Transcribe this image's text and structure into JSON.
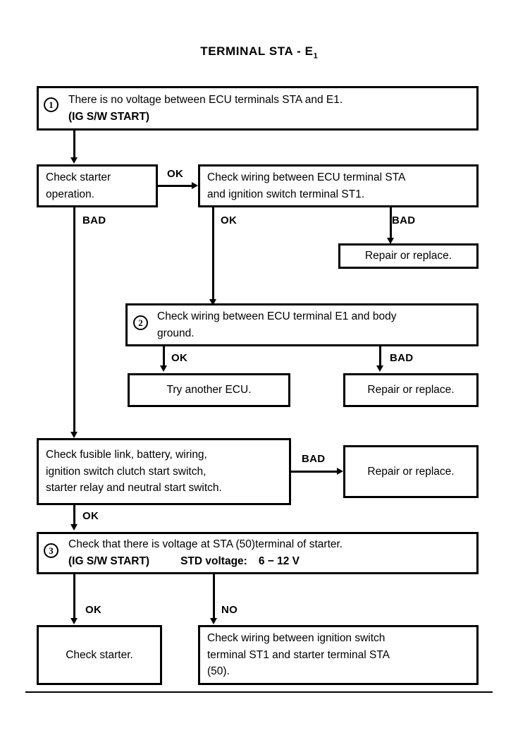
{
  "document": {
    "title_prefix": "TERMINAL STA - E",
    "title_subscript": "1"
  },
  "nodes": {
    "step1": {
      "marker": "1",
      "line1": "There is no voltage between ECU terminals STA and E1.",
      "line2": "(IG S/W START)"
    },
    "check_starter_operation": {
      "line1": "Check starter",
      "line2": "operation."
    },
    "check_wiring_sta_st1": {
      "line1": "Check wiring between ECU terminal STA",
      "line2": "and ignition switch terminal ST1."
    },
    "repair_replace_1": {
      "line1": "Repair or replace."
    },
    "step2": {
      "marker": "2",
      "line1": "Check wiring between ECU terminal E1 and body",
      "line2": "ground."
    },
    "try_another_ecu": {
      "line1": "Try another ECU."
    },
    "repair_replace_2": {
      "line1": "Repair or replace."
    },
    "check_fusible_link": {
      "line1": "Check fusible link, battery, wiring,",
      "line2": "ignition switch clutch start switch,",
      "line3": "starter relay and neutral start switch."
    },
    "repair_replace_3": {
      "line1": "Repair or replace."
    },
    "step3": {
      "marker": "3",
      "line1": "Check that there is voltage at STA (50)terminal of starter.",
      "line2a": "(IG S/W START)",
      "line2b": "STD voltage:",
      "line2c": "6 − 12 V"
    },
    "check_starter": {
      "line1": "Check starter."
    },
    "check_wiring_st1_sta50": {
      "line1": "Check wiring between ignition switch",
      "line2": "terminal ST1 and starter terminal STA",
      "line3": "(50)."
    }
  },
  "edges": {
    "starter_op_ok": "OK",
    "starter_op_bad": "BAD",
    "wiring_sta_ok": "OK",
    "wiring_sta_bad": "BAD",
    "step2_ok": "OK",
    "step2_bad": "BAD",
    "fusible_bad": "BAD",
    "fusible_ok": "OK",
    "step3_ok": "OK",
    "step3_no": "NO"
  }
}
